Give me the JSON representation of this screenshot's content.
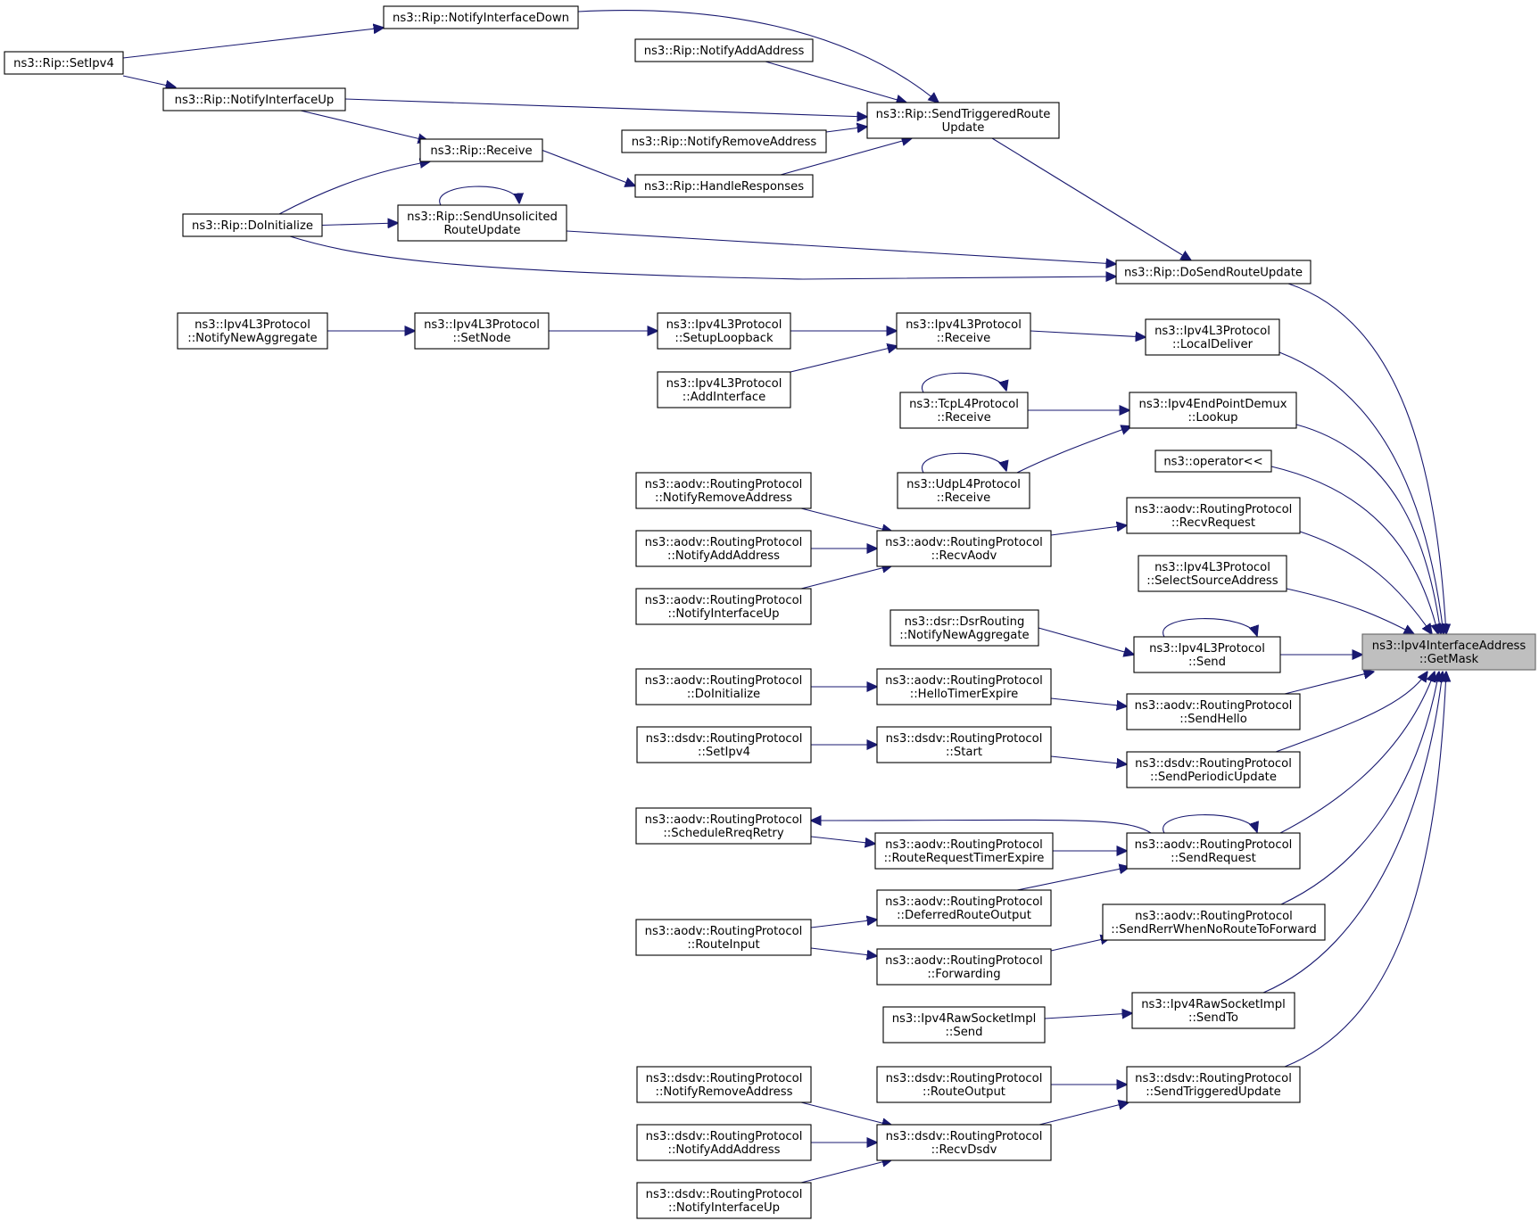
{
  "graph": {
    "type": "caller-graph",
    "root": "getmask",
    "colors": {
      "edge": "#191970",
      "node_border": "#000000",
      "root_fill": "#bfbfbf",
      "root_border": "#666666",
      "background": "#ffffff"
    },
    "nodes": [
      {
        "id": "getmask",
        "lines": [
          "ns3::Ipv4InterfaceAddress",
          "::GetMask"
        ],
        "root": true
      },
      {
        "id": "rip_setipv4",
        "lines": [
          "ns3::Rip::SetIpv4"
        ]
      },
      {
        "id": "rip_notifyinterfacedown",
        "lines": [
          "ns3::Rip::NotifyInterfaceDown"
        ]
      },
      {
        "id": "rip_notifyaddaddress",
        "lines": [
          "ns3::Rip::NotifyAddAddress"
        ]
      },
      {
        "id": "rip_notifyinterfaceup",
        "lines": [
          "ns3::Rip::NotifyInterfaceUp"
        ]
      },
      {
        "id": "rip_sendtriggeredrouteupdate",
        "lines": [
          "ns3::Rip::SendTriggeredRoute",
          "Update"
        ]
      },
      {
        "id": "rip_notifyremoveaddress",
        "lines": [
          "ns3::Rip::NotifyRemoveAddress"
        ]
      },
      {
        "id": "rip_receive",
        "lines": [
          "ns3::Rip::Receive"
        ]
      },
      {
        "id": "rip_handleresponses",
        "lines": [
          "ns3::Rip::HandleResponses"
        ]
      },
      {
        "id": "rip_doinitialize",
        "lines": [
          "ns3::Rip::DoInitialize"
        ]
      },
      {
        "id": "rip_sendunsolicitedrouteupdate",
        "lines": [
          "ns3::Rip::SendUnsolicited",
          "RouteUpdate"
        ]
      },
      {
        "id": "rip_dosendrouteupdate",
        "lines": [
          "ns3::Rip::DoSendRouteUpdate"
        ]
      },
      {
        "id": "ipv4l3_notifynewaggregate",
        "lines": [
          "ns3::Ipv4L3Protocol",
          "::NotifyNewAggregate"
        ]
      },
      {
        "id": "ipv4l3_setnode",
        "lines": [
          "ns3::Ipv4L3Protocol",
          "::SetNode"
        ]
      },
      {
        "id": "ipv4l3_setuploopback",
        "lines": [
          "ns3::Ipv4L3Protocol",
          "::SetupLoopback"
        ]
      },
      {
        "id": "ipv4l3_receive",
        "lines": [
          "ns3::Ipv4L3Protocol",
          "::Receive"
        ]
      },
      {
        "id": "ipv4l3_localdeliver",
        "lines": [
          "ns3::Ipv4L3Protocol",
          "::LocalDeliver"
        ]
      },
      {
        "id": "ipv4l3_addinterface",
        "lines": [
          "ns3::Ipv4L3Protocol",
          "::AddInterface"
        ]
      },
      {
        "id": "tcpl4_receive",
        "lines": [
          "ns3::TcpL4Protocol",
          "::Receive"
        ]
      },
      {
        "id": "ipv4epdemux_lookup",
        "lines": [
          "ns3::Ipv4EndPointDemux",
          "::Lookup"
        ]
      },
      {
        "id": "operator_shl",
        "lines": [
          "ns3::operator<<"
        ]
      },
      {
        "id": "udpl4_receive",
        "lines": [
          "ns3::UdpL4Protocol",
          "::Receive"
        ]
      },
      {
        "id": "aodv_notifyremoveaddress",
        "lines": [
          "ns3::aodv::RoutingProtocol",
          "::NotifyRemoveAddress"
        ]
      },
      {
        "id": "aodv_recvrequest",
        "lines": [
          "ns3::aodv::RoutingProtocol",
          "::RecvRequest"
        ]
      },
      {
        "id": "aodv_notifyaddaddress",
        "lines": [
          "ns3::aodv::RoutingProtocol",
          "::NotifyAddAddress"
        ]
      },
      {
        "id": "aodv_recvaodv",
        "lines": [
          "ns3::aodv::RoutingProtocol",
          "::RecvAodv"
        ]
      },
      {
        "id": "ipv4l3_selectsourceaddress",
        "lines": [
          "ns3::Ipv4L3Protocol",
          "::SelectSourceAddress"
        ]
      },
      {
        "id": "aodv_notifyinterfaceup",
        "lines": [
          "ns3::aodv::RoutingProtocol",
          "::NotifyInterfaceUp"
        ]
      },
      {
        "id": "dsr_notifynewaggregate",
        "lines": [
          "ns3::dsr::DsrRouting",
          "::NotifyNewAggregate"
        ]
      },
      {
        "id": "ipv4l3_send",
        "lines": [
          "ns3::Ipv4L3Protocol",
          "::Send"
        ]
      },
      {
        "id": "aodv_doinitialize",
        "lines": [
          "ns3::aodv::RoutingProtocol",
          "::DoInitialize"
        ]
      },
      {
        "id": "aodv_hellotimerexpire",
        "lines": [
          "ns3::aodv::RoutingProtocol",
          "::HelloTimerExpire"
        ]
      },
      {
        "id": "aodv_sendhello",
        "lines": [
          "ns3::aodv::RoutingProtocol",
          "::SendHello"
        ]
      },
      {
        "id": "dsdv_setipv4",
        "lines": [
          "ns3::dsdv::RoutingProtocol",
          "::SetIpv4"
        ]
      },
      {
        "id": "dsdv_start",
        "lines": [
          "ns3::dsdv::RoutingProtocol",
          "::Start"
        ]
      },
      {
        "id": "dsdv_sendperiodicupdate",
        "lines": [
          "ns3::dsdv::RoutingProtocol",
          "::SendPeriodicUpdate"
        ]
      },
      {
        "id": "aodv_schedulerreqretry",
        "lines": [
          "ns3::aodv::RoutingProtocol",
          "::ScheduleRreqRetry"
        ]
      },
      {
        "id": "aodv_routerequesttimerexpire",
        "lines": [
          "ns3::aodv::RoutingProtocol",
          "::RouteRequestTimerExpire"
        ]
      },
      {
        "id": "aodv_sendrequest",
        "lines": [
          "ns3::aodv::RoutingProtocol",
          "::SendRequest"
        ]
      },
      {
        "id": "aodv_deferredrouteoutput",
        "lines": [
          "ns3::aodv::RoutingProtocol",
          "::DeferredRouteOutput"
        ]
      },
      {
        "id": "aodv_sendrerrwhennoroutetoforward",
        "lines": [
          "ns3::aodv::RoutingProtocol",
          "::SendRerrWhenNoRouteToForward"
        ]
      },
      {
        "id": "aodv_routeinput",
        "lines": [
          "ns3::aodv::RoutingProtocol",
          "::RouteInput"
        ]
      },
      {
        "id": "aodv_forwarding",
        "lines": [
          "ns3::aodv::RoutingProtocol",
          "::Forwarding"
        ]
      },
      {
        "id": "ipv4raw_send",
        "lines": [
          "ns3::Ipv4RawSocketImpl",
          "::Send"
        ]
      },
      {
        "id": "ipv4raw_sendto",
        "lines": [
          "ns3::Ipv4RawSocketImpl",
          "::SendTo"
        ]
      },
      {
        "id": "dsdv_notifyremoveaddress",
        "lines": [
          "ns3::dsdv::RoutingProtocol",
          "::NotifyRemoveAddress"
        ]
      },
      {
        "id": "dsdv_routeoutput",
        "lines": [
          "ns3::dsdv::RoutingProtocol",
          "::RouteOutput"
        ]
      },
      {
        "id": "dsdv_sendtriggeredupdate",
        "lines": [
          "ns3::dsdv::RoutingProtocol",
          "::SendTriggeredUpdate"
        ]
      },
      {
        "id": "dsdv_notifyaddaddress",
        "lines": [
          "ns3::dsdv::RoutingProtocol",
          "::NotifyAddAddress"
        ]
      },
      {
        "id": "dsdv_recvdsdv",
        "lines": [
          "ns3::dsdv::RoutingProtocol",
          "::RecvDsdv"
        ]
      },
      {
        "id": "dsdv_notifyinterfaceup",
        "lines": [
          "ns3::dsdv::RoutingProtocol",
          "::NotifyInterfaceUp"
        ]
      }
    ],
    "edges": [
      [
        "rip_dosendrouteupdate",
        "getmask"
      ],
      [
        "ipv4l3_localdeliver",
        "getmask"
      ],
      [
        "ipv4epdemux_lookup",
        "getmask"
      ],
      [
        "operator_shl",
        "getmask"
      ],
      [
        "aodv_recvrequest",
        "getmask"
      ],
      [
        "ipv4l3_selectsourceaddress",
        "getmask"
      ],
      [
        "ipv4l3_send",
        "getmask"
      ],
      [
        "aodv_sendhello",
        "getmask"
      ],
      [
        "dsdv_sendperiodicupdate",
        "getmask"
      ],
      [
        "aodv_sendrequest",
        "getmask"
      ],
      [
        "aodv_sendrerrwhennoroutetoforward",
        "getmask"
      ],
      [
        "ipv4raw_sendto",
        "getmask"
      ],
      [
        "dsdv_sendtriggeredupdate",
        "getmask"
      ],
      [
        "rip_sendtriggeredrouteupdate",
        "rip_dosendrouteupdate"
      ],
      [
        "rip_sendunsolicitedrouteupdate",
        "rip_dosendrouteupdate"
      ],
      [
        "rip_doinitialize",
        "rip_dosendrouteupdate"
      ],
      [
        "rip_notifyinterfacedown",
        "rip_sendtriggeredrouteupdate"
      ],
      [
        "rip_notifyaddaddress",
        "rip_sendtriggeredrouteupdate"
      ],
      [
        "rip_notifyinterfaceup",
        "rip_sendtriggeredrouteupdate"
      ],
      [
        "rip_notifyremoveaddress",
        "rip_sendtriggeredrouteupdate"
      ],
      [
        "rip_handleresponses",
        "rip_sendtriggeredrouteupdate"
      ],
      [
        "rip_setipv4",
        "rip_notifyinterfacedown"
      ],
      [
        "rip_setipv4",
        "rip_notifyinterfaceup"
      ],
      [
        "rip_notifyinterfaceup",
        "rip_receive"
      ],
      [
        "rip_doinitialize",
        "rip_receive"
      ],
      [
        "rip_receive",
        "rip_handleresponses"
      ],
      [
        "rip_doinitialize",
        "rip_sendunsolicitedrouteupdate"
      ],
      [
        "rip_sendunsolicitedrouteupdate",
        "rip_sendunsolicitedrouteupdate"
      ],
      [
        "ipv4l3_receive",
        "ipv4l3_localdeliver"
      ],
      [
        "ipv4l3_setuploopback",
        "ipv4l3_receive"
      ],
      [
        "ipv4l3_addinterface",
        "ipv4l3_receive"
      ],
      [
        "ipv4l3_setnode",
        "ipv4l3_setuploopback"
      ],
      [
        "ipv4l3_notifynewaggregate",
        "ipv4l3_setnode"
      ],
      [
        "tcpl4_receive",
        "ipv4epdemux_lookup"
      ],
      [
        "udpl4_receive",
        "ipv4epdemux_lookup"
      ],
      [
        "tcpl4_receive",
        "tcpl4_receive"
      ],
      [
        "udpl4_receive",
        "udpl4_receive"
      ],
      [
        "aodv_recvaodv",
        "aodv_recvrequest"
      ],
      [
        "aodv_notifyremoveaddress",
        "aodv_recvaodv"
      ],
      [
        "aodv_notifyaddaddress",
        "aodv_recvaodv"
      ],
      [
        "aodv_notifyinterfaceup",
        "aodv_recvaodv"
      ],
      [
        "dsr_notifynewaggregate",
        "ipv4l3_send"
      ],
      [
        "ipv4l3_send",
        "ipv4l3_send"
      ],
      [
        "aodv_hellotimerexpire",
        "aodv_sendhello"
      ],
      [
        "aodv_doinitialize",
        "aodv_hellotimerexpire"
      ],
      [
        "dsdv_start",
        "dsdv_sendperiodicupdate"
      ],
      [
        "dsdv_setipv4",
        "dsdv_start"
      ],
      [
        "aodv_sendrequest",
        "aodv_schedulerreqretry"
      ],
      [
        "aodv_routerequesttimerexpire",
        "aodv_sendrequest"
      ],
      [
        "aodv_deferredrouteoutput",
        "aodv_sendrequest"
      ],
      [
        "aodv_sendrequest",
        "aodv_sendrequest"
      ],
      [
        "aodv_schedulerreqretry",
        "aodv_routerequesttimerexpire"
      ],
      [
        "aodv_routeinput",
        "aodv_deferredrouteoutput"
      ],
      [
        "aodv_routeinput",
        "aodv_forwarding"
      ],
      [
        "aodv_forwarding",
        "aodv_sendrerrwhennoroutetoforward"
      ],
      [
        "ipv4raw_send",
        "ipv4raw_sendto"
      ],
      [
        "dsdv_routeoutput",
        "dsdv_sendtriggeredupdate"
      ],
      [
        "dsdv_recvdsdv",
        "dsdv_sendtriggeredupdate"
      ],
      [
        "dsdv_notifyremoveaddress",
        "dsdv_recvdsdv"
      ],
      [
        "dsdv_notifyaddaddress",
        "dsdv_recvdsdv"
      ],
      [
        "dsdv_notifyinterfaceup",
        "dsdv_recvdsdv"
      ]
    ]
  }
}
